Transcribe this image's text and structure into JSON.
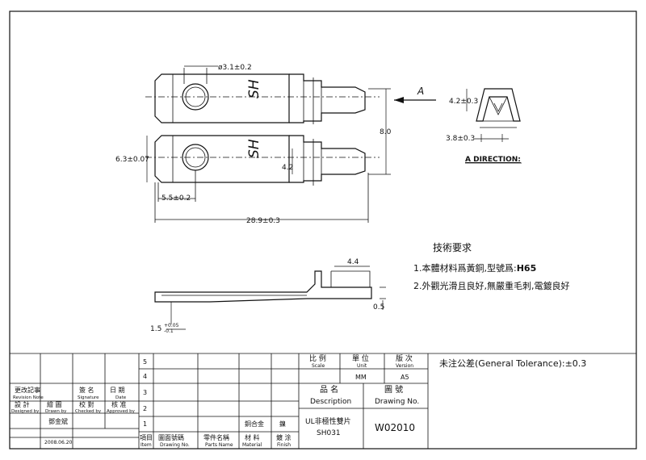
{
  "drawing": {
    "dimensions": {
      "hole_diameter": "ø3.1±0.2",
      "pitch_height": "6.3±0.07",
      "hole_offset": "5.5±0.2",
      "overall_length": "28.9±0.3",
      "spacing": "8.0",
      "slot_width": "4.2",
      "side_height": "4.2±0.3",
      "side_width": "3.8±0.3",
      "thickness_label": "0.5",
      "bend_height": "4.4",
      "tab_thickness": "1.5",
      "tab_tol_plus": "+0.05",
      "tab_tol_minus": "-0.1"
    },
    "marking": "SH",
    "arrow_label": "A",
    "view_label": "A DIRECTION:"
  },
  "notes": {
    "heading": "技術要求",
    "line1_prefix": "1.本體材料爲黃銅,型號爲:",
    "line1_material": "H65",
    "line2": "2.外觀光滑且良好,無嚴重毛刺,電鍍良好"
  },
  "title_block": {
    "tolerance": "未注公差(General Tolerance):±0.3",
    "scale_cn": "比 例",
    "scale_en": "Scale",
    "unit_cn": "單 位",
    "unit_en": "Unit",
    "unit_value": "MM",
    "version_cn": "版 次",
    "version_en": "Version",
    "version_value": "A5",
    "desc_cn": "品 名",
    "desc_en": "Description",
    "drawno_cn": "圖 號",
    "drawno_en": "Drawing No.",
    "part_desc_cn": "UL非極性雙片",
    "part_desc_code": "SH031",
    "drawing_number": "W02010",
    "rev_note_cn": "更改記事",
    "rev_note_en": "Revision  Note",
    "signature_cn": "簽 名",
    "signature_en": "Signature",
    "date_cn": "日 期",
    "date_en": "Date",
    "designed_cn": "設 計",
    "designed_en": "Designed by",
    "drawn_cn": "繪 圖",
    "drawn_en": "Drawn by",
    "checked_cn": "校 對",
    "checked_en": "Checked by",
    "approved_cn": "核 准",
    "approved_en": "Approved by",
    "designer_name": "鄧金斌",
    "design_date": "2008.06.20",
    "row_numbers": [
      "5",
      "4",
      "3",
      "2",
      "1"
    ],
    "item_cn": "項目",
    "item_en": "Item",
    "drawing_no_cn": "圖面號碼",
    "drawing_no_en": "Drawing No.",
    "parts_name_cn": "零件名稱",
    "parts_name_en": "Parts Name",
    "material_cn": "材 料",
    "material_en": "Material",
    "finish_cn": "鍍 涂",
    "finish_en": "Finish",
    "row1_material": "銅合金",
    "row1_finish": "鎳"
  }
}
